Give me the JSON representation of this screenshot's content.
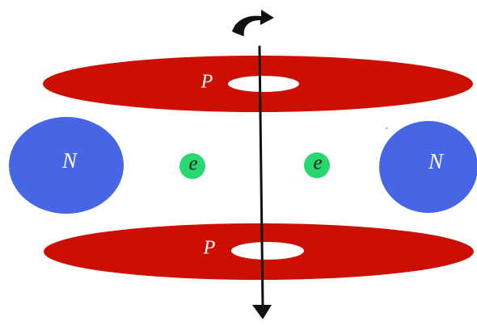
{
  "labels": {
    "proton": "P",
    "neutron": "N",
    "electron": "e"
  },
  "colors": {
    "proton": "#cc0f00",
    "neutron": "#4666e6",
    "electron": "#27d86e",
    "axis": "#111111",
    "background": "#ffffff"
  },
  "icons": {
    "rotation": "rotation-arrow-icon",
    "axis_down": "down-arrow-icon"
  }
}
